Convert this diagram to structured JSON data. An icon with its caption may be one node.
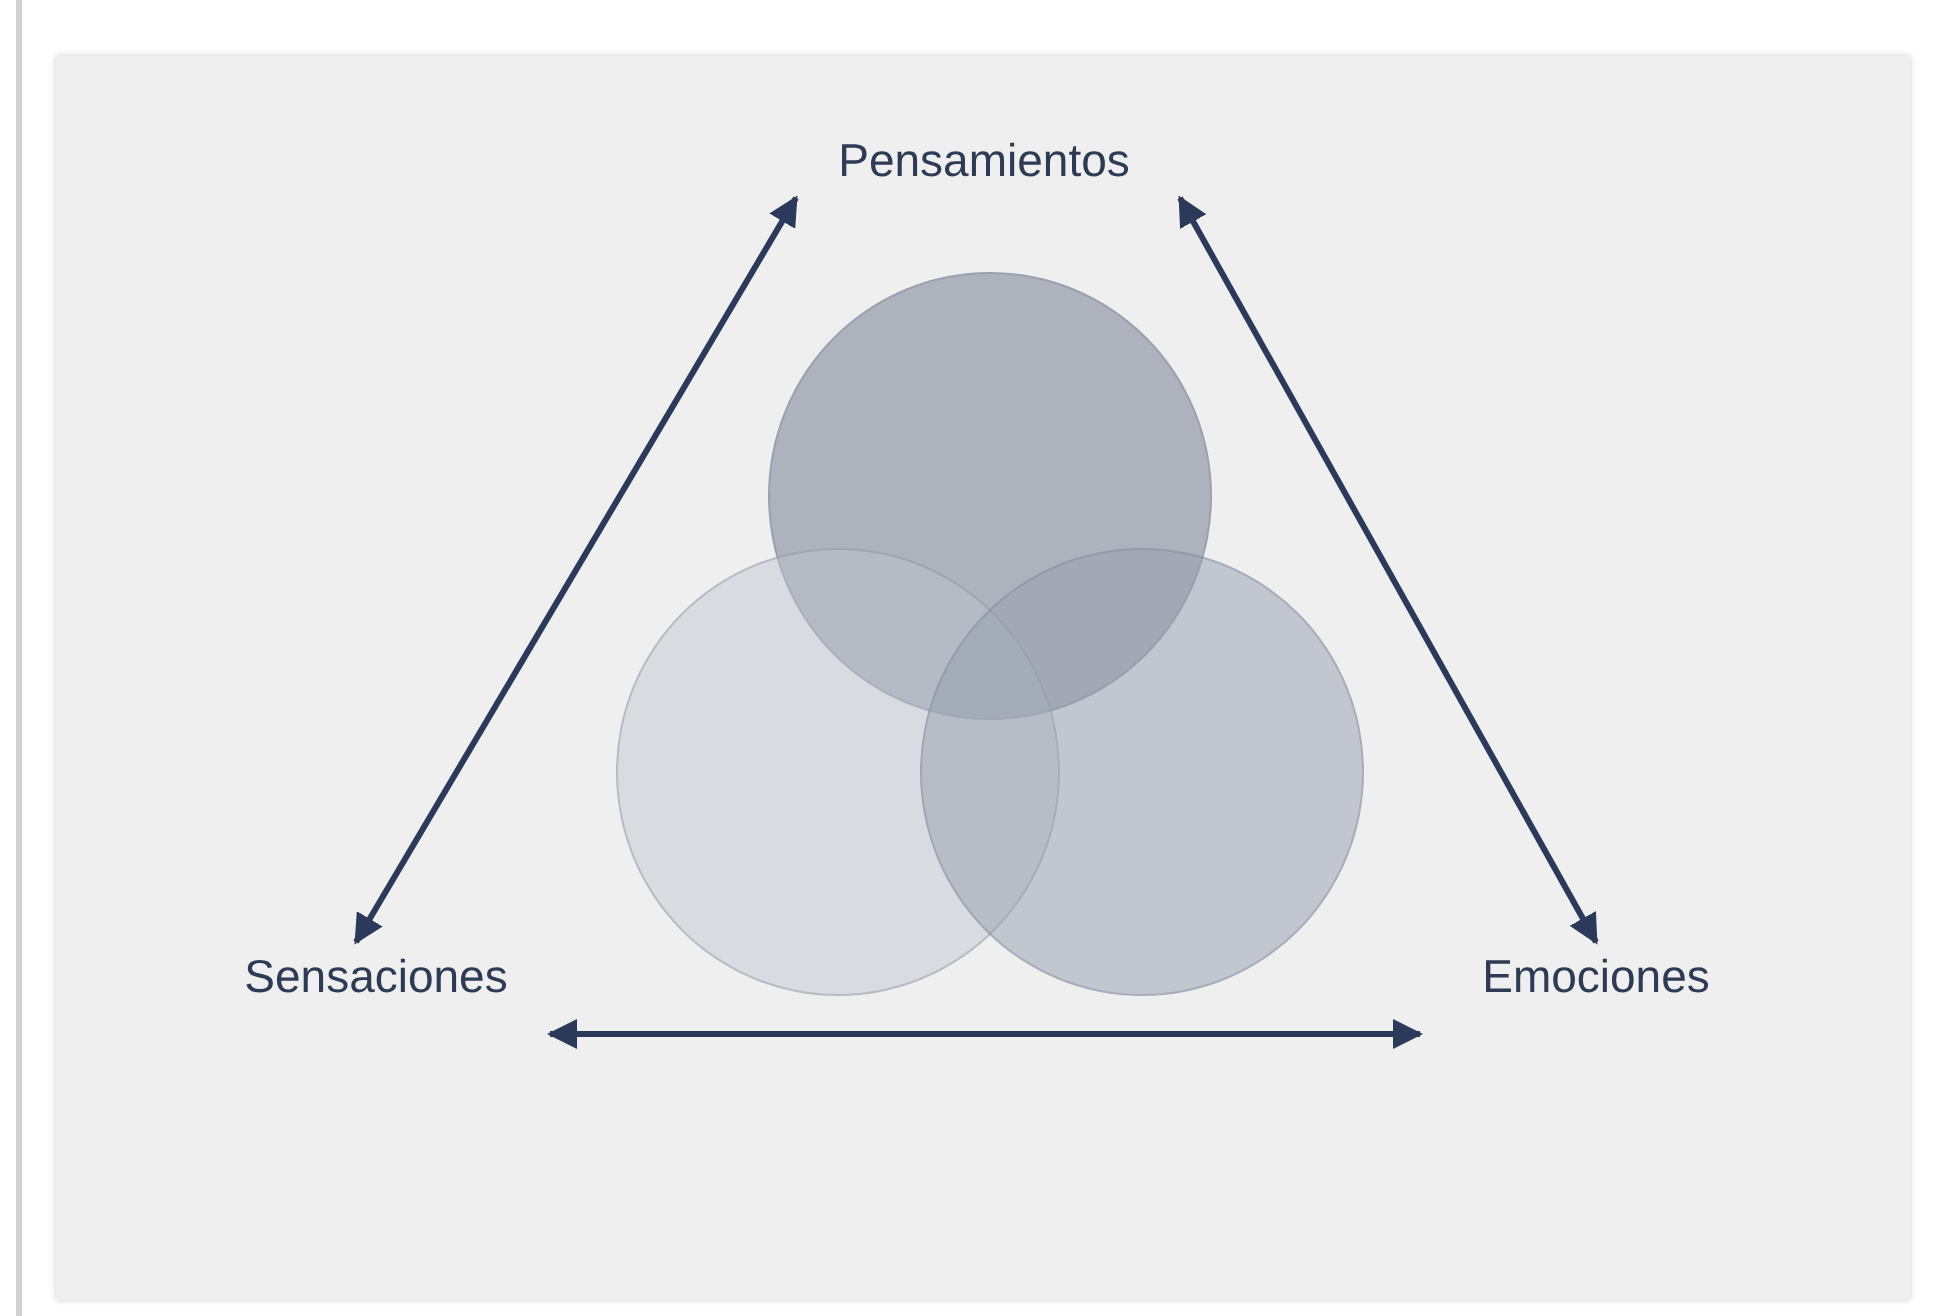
{
  "diagram": {
    "nodes": [
      {
        "text": [
          "Pensamientos"
        ]
      },
      {
        "text": [],
        "shape": "circle"
      },
      {
        "text": [],
        "shape": "circle"
      },
      {
        "text": [],
        "shape": "circle"
      },
      {
        "text": [
          "Sensaciones"
        ]
      },
      {
        "text": [
          "Emociones"
        ]
      }
    ],
    "edges": [
      {
        "from": 4,
        "to": 0,
        "arrow": "both"
      },
      {
        "from": 0,
        "to": 5,
        "arrow": "both"
      },
      {
        "from": 4,
        "to": 5,
        "arrow": "both"
      }
    ]
  }
}
